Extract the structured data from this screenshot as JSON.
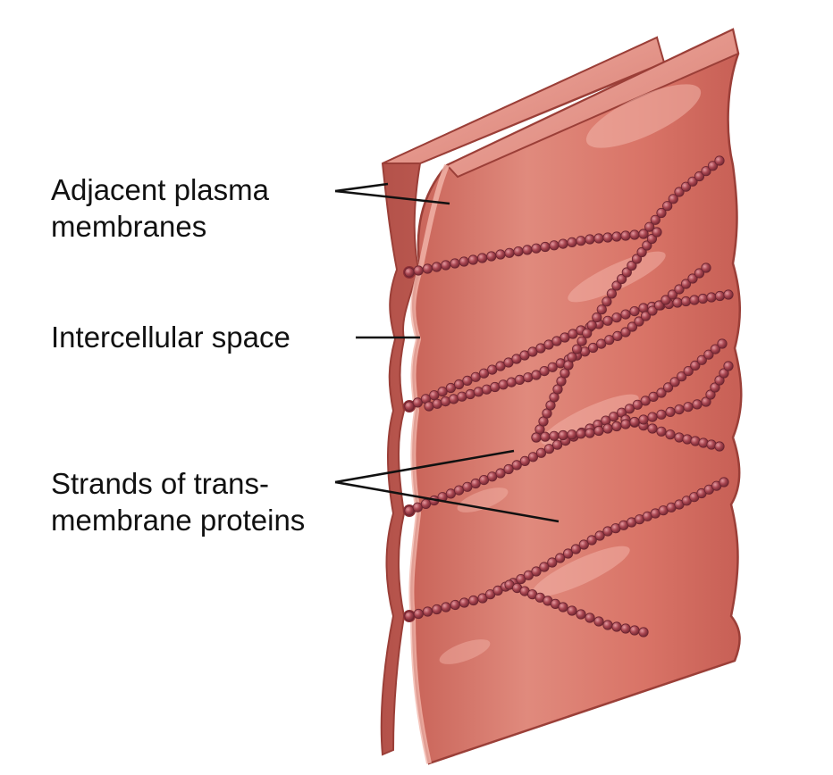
{
  "labels": {
    "plasma_line1": "Adjacent plasma",
    "plasma_line2": "membranes",
    "intercellular": "Intercellular space",
    "strands_line1": "Strands of trans-",
    "strands_line2": "membrane proteins"
  },
  "colors": {
    "membrane_fill": "#d9786c",
    "membrane_light": "#eea497",
    "membrane_edge": "#a9473f",
    "bead": "#9a3d44",
    "leader": "#111111"
  }
}
